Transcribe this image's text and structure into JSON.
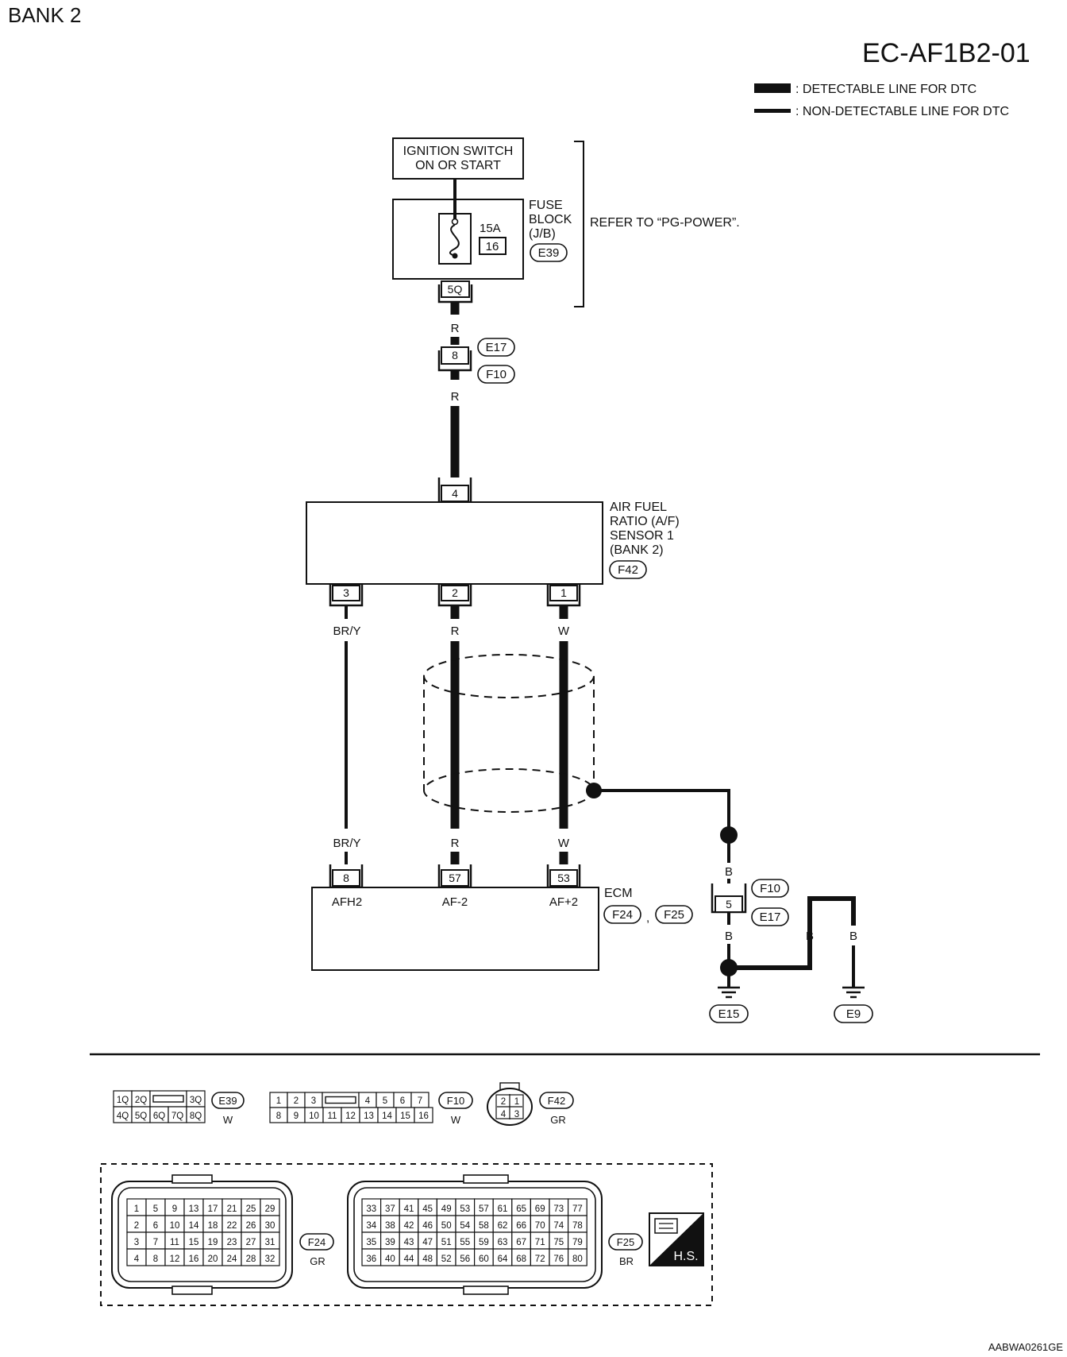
{
  "header": {
    "bank": "BANK 2",
    "diagram_id": "EC-AF1B2-01",
    "legend_detectable": ": DETECTABLE LINE FOR DTC",
    "legend_non_detectable": ": NON-DETECTABLE LINE FOR DTC"
  },
  "ignition": {
    "line1": "IGNITION SWITCH",
    "line2": "ON OR START"
  },
  "fuse_block": {
    "line1": "FUSE",
    "line2": "BLOCK",
    "line3": "(J/B)",
    "connector": "E39",
    "amperage": "15A",
    "fuse_no": "16",
    "terminal": "5Q",
    "refer": "REFER TO “PG-POWER”."
  },
  "wires": {
    "r1": "R",
    "r2": "R",
    "sensor_out_3": "BR/Y",
    "sensor_out_2": "R",
    "sensor_out_1": "W",
    "ecm_in_8": "BR/Y",
    "ecm_in_57": "R",
    "ecm_in_53": "W",
    "ground_b1": "B",
    "ground_b2": "B",
    "ground_b3": "B",
    "ground_b4": "B"
  },
  "joint_top": {
    "pin": "8",
    "conn_a": "E17",
    "conn_b": "F10"
  },
  "sensor": {
    "line1": "AIR FUEL",
    "line2": "RATIO (A/F)",
    "line3": "SENSOR 1",
    "line4": "(BANK 2)",
    "connector": "F42",
    "pin_top": "4",
    "pin_left": "3",
    "pin_mid": "2",
    "pin_right": "1"
  },
  "ecm": {
    "label": "ECM",
    "conn_a": "F24",
    "conn_sep": ",",
    "conn_b": "F25",
    "pin_a": "8",
    "pin_b": "57",
    "pin_c": "53",
    "sig_a": "AFH2",
    "sig_b": "AF-2",
    "sig_c": "AF+2"
  },
  "joint_ground": {
    "pin": "5",
    "conn_a": "F10",
    "conn_b": "E17"
  },
  "grounds": {
    "g1": "E15",
    "g2": "E9"
  },
  "connectors": {
    "e39": {
      "id": "E39",
      "color": "W",
      "row1": [
        "1Q",
        "2Q",
        "",
        "3Q"
      ],
      "row2": [
        "4Q",
        "5Q",
        "6Q",
        "7Q",
        "8Q"
      ]
    },
    "f10": {
      "id": "F10",
      "color": "W",
      "row1": [
        "1",
        "2",
        "3",
        "",
        "4",
        "5",
        "6",
        "7"
      ],
      "row2": [
        "8",
        "9",
        "10",
        "11",
        "12",
        "13",
        "14",
        "15",
        "16"
      ]
    },
    "f42": {
      "id": "F42",
      "color": "GR",
      "pins": [
        "2",
        "1",
        "4",
        "3"
      ]
    },
    "f24": {
      "id": "F24",
      "color": "GR",
      "rows": [
        [
          "1",
          "5",
          "9",
          "13",
          "17",
          "21",
          "25",
          "29"
        ],
        [
          "2",
          "6",
          "10",
          "14",
          "18",
          "22",
          "26",
          "30"
        ],
        [
          "3",
          "7",
          "11",
          "15",
          "19",
          "23",
          "27",
          "31"
        ],
        [
          "4",
          "8",
          "12",
          "16",
          "20",
          "24",
          "28",
          "32"
        ]
      ]
    },
    "f25": {
      "id": "F25",
      "color": "BR",
      "rows": [
        [
          "33",
          "37",
          "41",
          "45",
          "49",
          "53",
          "57",
          "61",
          "65",
          "69",
          "73",
          "77"
        ],
        [
          "34",
          "38",
          "42",
          "46",
          "50",
          "54",
          "58",
          "62",
          "66",
          "70",
          "74",
          "78"
        ],
        [
          "35",
          "39",
          "43",
          "47",
          "51",
          "55",
          "59",
          "63",
          "67",
          "71",
          "75",
          "79"
        ],
        [
          "36",
          "40",
          "44",
          "48",
          "52",
          "56",
          "60",
          "64",
          "68",
          "72",
          "76",
          "80"
        ]
      ]
    },
    "hs": "H.S."
  },
  "footer_code": "AABWA0261GE"
}
